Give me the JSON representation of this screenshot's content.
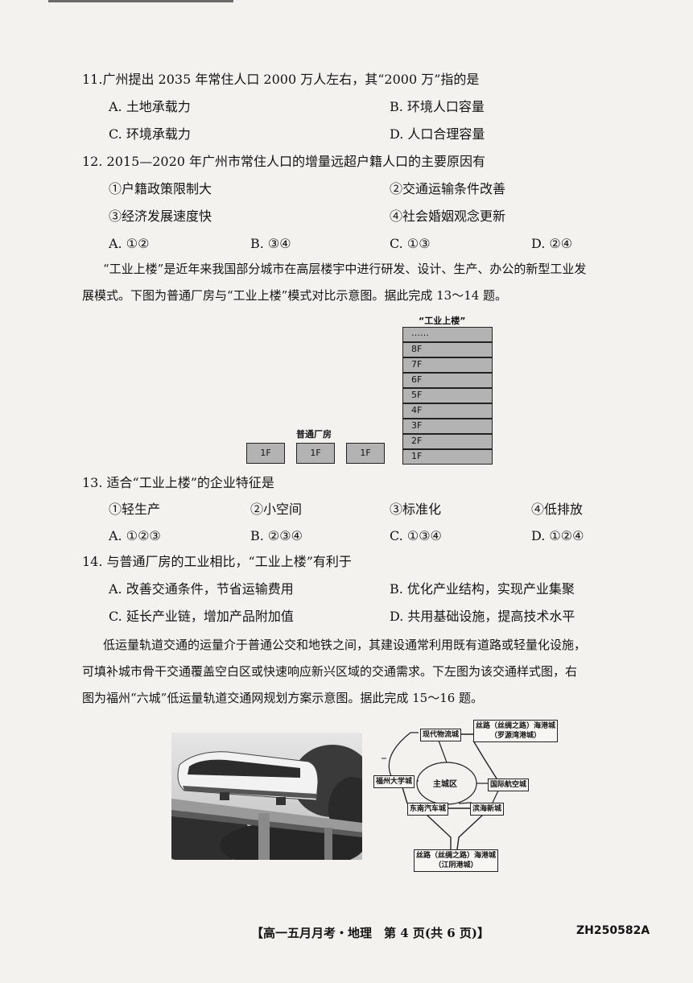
{
  "questions": {
    "q11": {
      "stem": "11.广州提出 2035 年常住人口 2000 万人左右，其“2000 万”指的是",
      "options": [
        "A. 土地承载力",
        "B. 环境人口容量",
        "C. 环境承载力",
        "D. 人口合理容量"
      ]
    },
    "q12": {
      "stem": "12. 2015—2020 年广州市常住人口的增量远超户籍人口的主要原因有",
      "statements": [
        "①户籍政策限制大",
        "②交通运输条件改善",
        "③经济发展速度快",
        "④社会婚姻观念更新"
      ],
      "options": [
        "A. ①②",
        "B. ③④",
        "C. ①③",
        "D. ②④"
      ]
    },
    "passage1": {
      "line1": "“工业上楼”是近年来我国部分城市在高层楼宇中进行研发、设计、生产、办公的新型工业发",
      "line2": "展模式。下图为普通厂房与“工业上楼”模式对比示意图。据此完成 13～14 题。"
    },
    "q13": {
      "stem": "13. 适合“工业上楼”的企业特征是",
      "statements": [
        "①轻生产",
        "②小空间",
        "③标准化",
        "④低排放"
      ],
      "options": [
        "A. ①②③",
        "B. ②③④",
        "C. ①③④",
        "D. ①②④"
      ]
    },
    "q14": {
      "stem": "14. 与普通厂房的工业相比，“工业上楼”有利于",
      "options": [
        "A. 改善交通条件，节省运输费用",
        "B. 优化产业结构，实现产业集聚",
        "C. 延长产业链，增加产品附加值",
        "D. 共用基础设施，提高技术水平"
      ]
    },
    "passage2": {
      "line1": "低运量轨道交通的运量介于普通公交和地铁之间，其建设通常利用既有道路或轻量化设施，",
      "line2": "可填补城市骨干交通覆盖空白区或快速响应新兴区域的交通需求。下左图为该交通样式图，右",
      "line3": "图为福州“六城”低运量轨道交通网规划方案示意图。据此完成 15～16 题。"
    }
  },
  "diagram_industry": {
    "tower_title": "“工业上楼”",
    "dots": "……",
    "floors": [
      "8F",
      "7F",
      "6F",
      "5F",
      "4F",
      "3F",
      "2F",
      "1F"
    ],
    "flat_title": "普通厂房",
    "flat_floors": [
      "1F",
      "1F",
      "1F"
    ]
  },
  "diagram_network": {
    "center": "主城区",
    "nodes": {
      "logistics": "现代物流城",
      "port_north": "丝路（丝绸之路）海港城\n（罗源湾港城）",
      "university": "福州大学城",
      "airport": "国际航空城",
      "auto": "东南汽车城",
      "binhai": "滨海新城",
      "port_south": "丝路（丝绸之路）海港城\n（江阴港城）"
    }
  },
  "footer": {
    "title": "【高一五月月考・地理　第 4 页(共 6 页)】",
    "code": "ZH250582A"
  }
}
